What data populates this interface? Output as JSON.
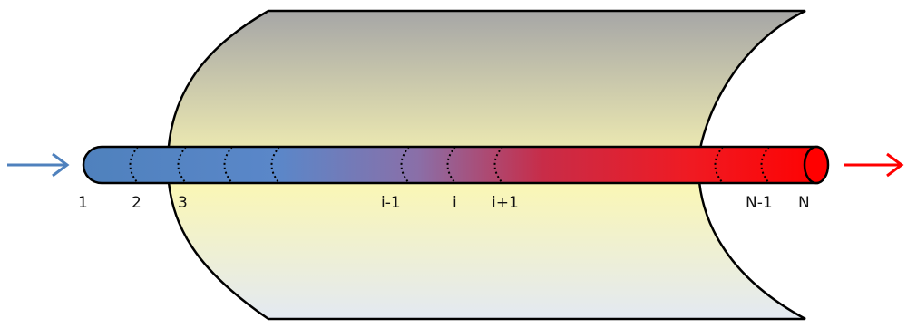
{
  "diagram": {
    "node_labels": {
      "n1": "1",
      "n2": "2",
      "n3": "3",
      "ni_minus": "i-1",
      "ni": "i",
      "ni_plus": "i+1",
      "nN_minus": "N-1",
      "nN": "N"
    },
    "colors": {
      "inlet": "#4F81BD",
      "outlet": "#FF0000",
      "tube_mid": "#8A6FA8",
      "cylinder_top": "#A6A6A6",
      "cylinder_mid": "#FBF7B3",
      "cylinder_bottom": "#E3E9F2"
    }
  }
}
